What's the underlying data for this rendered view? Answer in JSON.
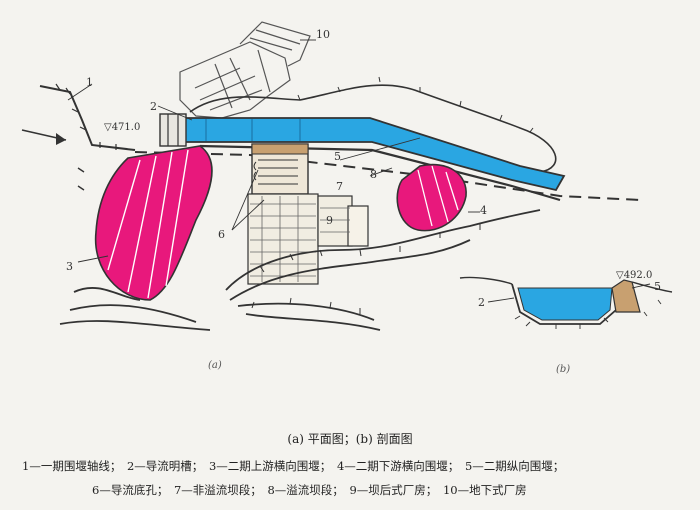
{
  "caption": "(a) 平面图；(b) 剖面图",
  "legend": [
    "1—一期围堰轴线；",
    "2—导流明槽；",
    "3—二期上游横向围堰；",
    "4—二期下游横向围堰；",
    "5—二期纵向围堰；",
    "6—导流底孔；",
    "7—非溢流坝段；",
    "8—溢流坝段；",
    "9—坝后式厂房；",
    "10—地下式厂房"
  ],
  "labels": {
    "n1": "1",
    "n2": "2",
    "n3": "3",
    "n4": "4",
    "n5": "5",
    "n6": "6",
    "n7": "7",
    "n8": "8",
    "n9": "9",
    "n10": "10",
    "n2b": "2",
    "n5b": "5"
  },
  "elevations": {
    "upstream": "▽471.0",
    "section": "▽492.0"
  },
  "subfig": {
    "a": "(a)",
    "b": "(b)"
  },
  "colors": {
    "cofferdam": "#e8187c",
    "channel": "#2aa6e2",
    "outline": "#333333",
    "dam_fill": "#c8a070"
  }
}
